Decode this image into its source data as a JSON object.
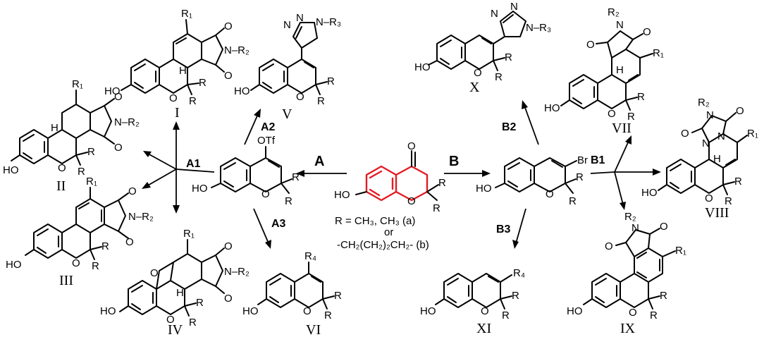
{
  "scheme": {
    "start": {
      "ho": "HO",
      "o_ring": "O",
      "o_keto": "O",
      "r1": "R",
      "r2": "R",
      "accent": "#e31b23"
    },
    "r_definition": {
      "line1": "R = CH₃, CH₃  (a)",
      "line2": "or",
      "line3": "-CH₂(CH₂)₂CH₂- (b)"
    },
    "routes": {
      "A": "A",
      "B": "B",
      "A1": "A1",
      "A2": "A2",
      "A3": "A3",
      "B1": "B1",
      "B2": "B2",
      "B3": "B3"
    },
    "triflate": {
      "otf": "OTf",
      "ho": "HO",
      "o": "O",
      "r1": "R",
      "r2": "R"
    },
    "bromide": {
      "br": "Br",
      "ho": "HO",
      "o": "O",
      "r1": "R",
      "r2": "R"
    },
    "compounds": [
      {
        "id": "I",
        "label": "I"
      },
      {
        "id": "II",
        "label": "II"
      },
      {
        "id": "III",
        "label": "III"
      },
      {
        "id": "IV",
        "label": "IV"
      },
      {
        "id": "V",
        "label": "V"
      },
      {
        "id": "VI",
        "label": "VI"
      },
      {
        "id": "VII",
        "label": "VII"
      },
      {
        "id": "VIII",
        "label": "VIII"
      },
      {
        "id": "IX",
        "label": "IX"
      },
      {
        "id": "X",
        "label": "X"
      },
      {
        "id": "XI",
        "label": "XI"
      }
    ],
    "atoms": {
      "ho": "HO",
      "o": "O",
      "n": "N",
      "r": "R",
      "h": "H",
      "r1": "R₁",
      "r2": "R₂",
      "r3": "R₃",
      "r4": "R₄",
      "n_r2": "N–R₂",
      "n_r3": "N–R₃"
    }
  }
}
